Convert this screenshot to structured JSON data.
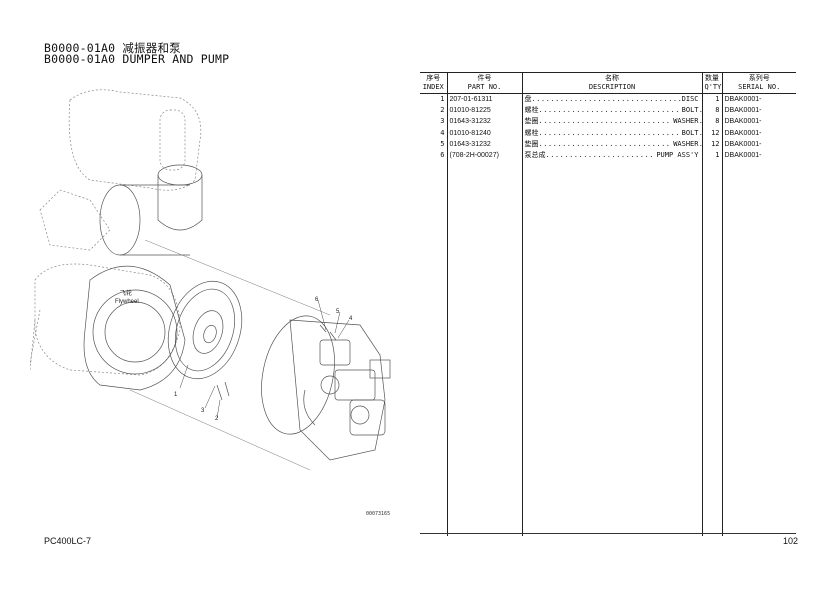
{
  "header": {
    "title_cn": "B0000-01A0 减振器和泵",
    "title_en": "B0000-01A0 DUMPER AND PUMP"
  },
  "figure": {
    "flywheel_cn": "飞轮",
    "flywheel_en": "Flywheel",
    "callouts": [
      "1",
      "2",
      "3",
      "4",
      "5",
      "6"
    ],
    "figure_id": "00073165"
  },
  "table": {
    "headers": {
      "index_cn": "序号",
      "index_en": "INDEX",
      "part_cn": "件号",
      "part_en": "PART NO.",
      "desc_cn": "名称",
      "desc_en": "DESCRIPTION",
      "qty_cn": "数量",
      "qty_en": "Q'TY",
      "serial_cn": "系列号",
      "serial_en": "SERIAL NO."
    },
    "rows": [
      {
        "index": "1",
        "part_no": "207-01-61311",
        "desc_cn": "盘",
        "desc_en": "DISC",
        "qty": "1",
        "serial": "DBAK0001-"
      },
      {
        "index": "2",
        "part_no": "01010-81225",
        "desc_cn": "螺栓",
        "desc_en": "BOLT",
        "qty": "8",
        "serial": "DBAK0001-"
      },
      {
        "index": "3",
        "part_no": "01643-31232",
        "desc_cn": "垫圈",
        "desc_en": "WASHER",
        "qty": "8",
        "serial": "DBAK0001-"
      },
      {
        "index": "4",
        "part_no": "01010-81240",
        "desc_cn": "螺栓",
        "desc_en": "BOLT",
        "qty": "12",
        "serial": "DBAK0001-"
      },
      {
        "index": "5",
        "part_no": "01643-31232",
        "desc_cn": "垫圈",
        "desc_en": "WASHER",
        "qty": "12",
        "serial": "DBAK0001-"
      },
      {
        "index": "6",
        "part_no": "(708-2H-00027)",
        "desc_cn": "泵总成",
        "desc_en": "PUMP ASS'Y",
        "qty": "1",
        "serial": "DBAK0001-"
      }
    ]
  },
  "footer": {
    "model": "PC400LC-7",
    "page": "102"
  }
}
